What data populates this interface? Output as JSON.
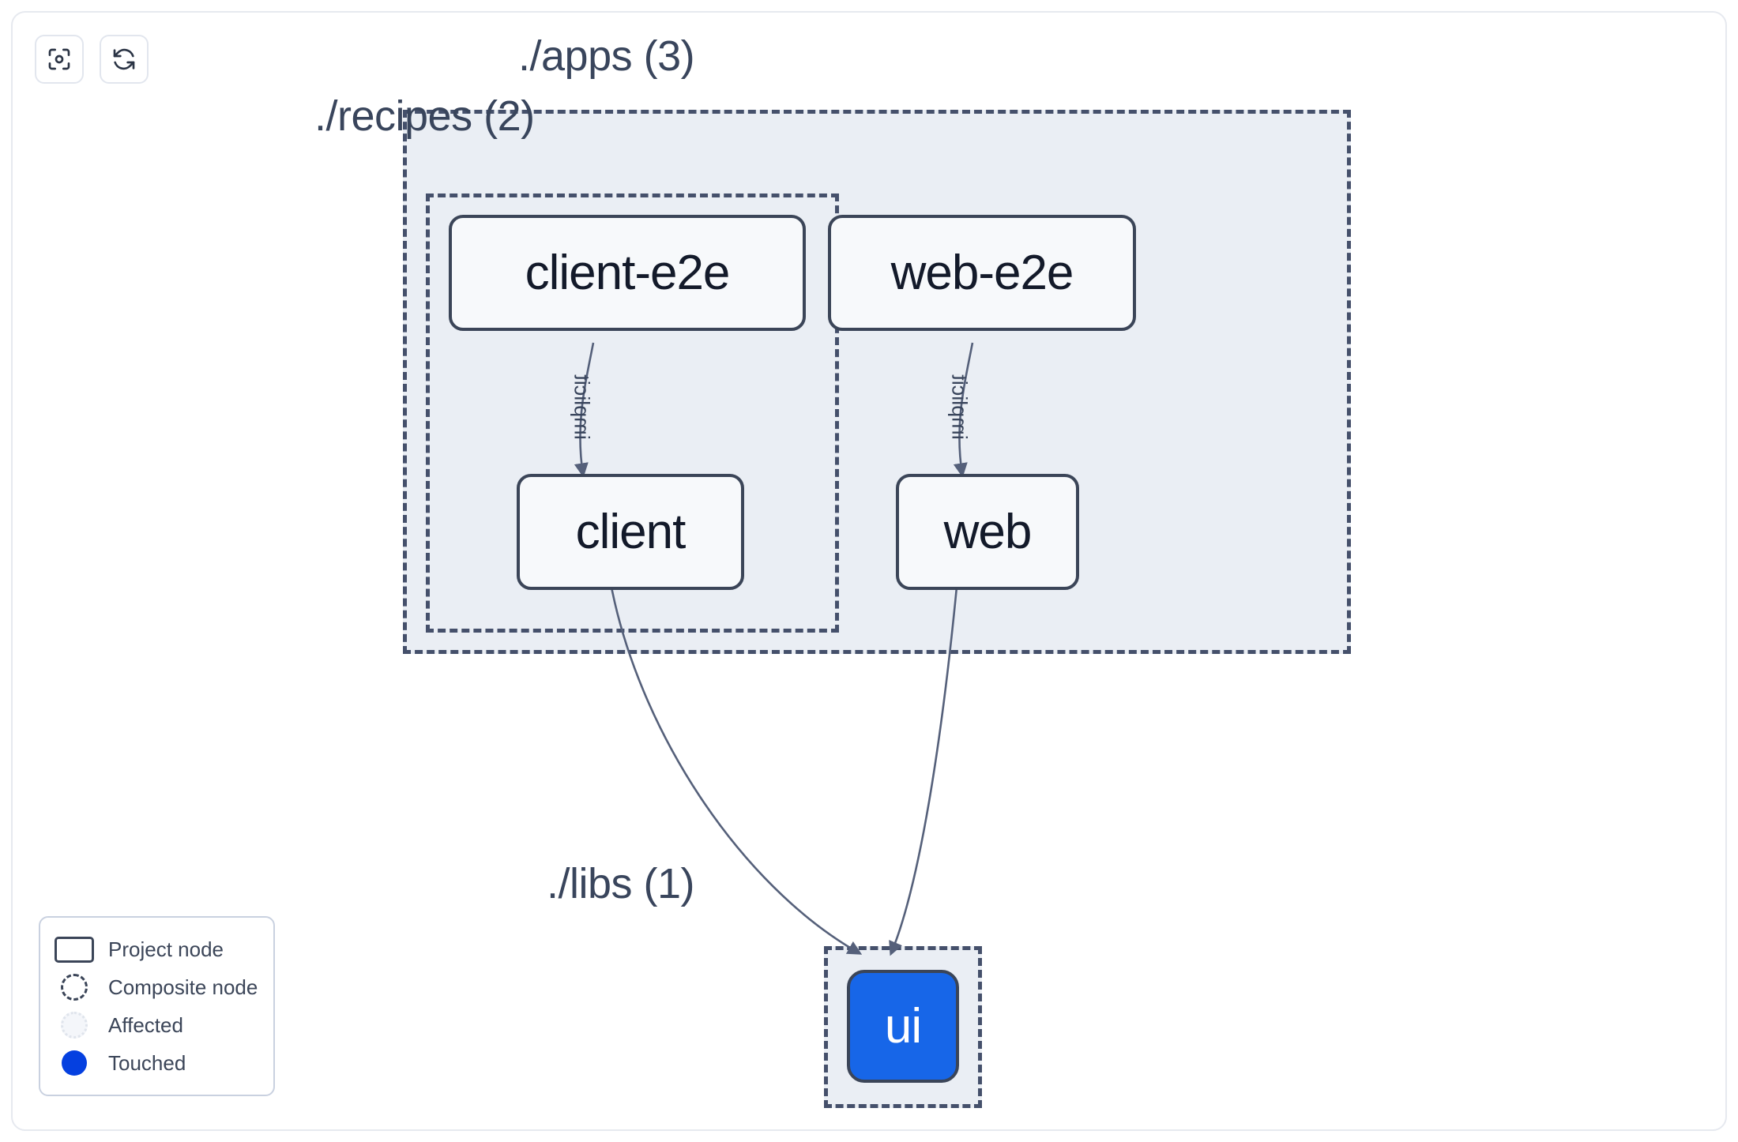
{
  "toolbar": {
    "buttons": [
      {
        "name": "focus-graph-button",
        "icon": "focus-icon",
        "label": ""
      },
      {
        "name": "refresh-graph-button",
        "icon": "refresh-icon",
        "label": ""
      }
    ]
  },
  "graph": {
    "groups": [
      {
        "id": "apps",
        "label": "./apps (3)",
        "count": 3
      },
      {
        "id": "recipes",
        "label": "./recipes (2)",
        "count": 2
      },
      {
        "id": "libs",
        "label": "./libs (1)",
        "count": 1
      }
    ],
    "nodes": [
      {
        "id": "client-e2e",
        "label": "client-e2e",
        "state": "project",
        "group": "recipes"
      },
      {
        "id": "web-e2e",
        "label": "web-e2e",
        "state": "project",
        "group": "apps"
      },
      {
        "id": "client",
        "label": "client",
        "state": "project",
        "group": "recipes"
      },
      {
        "id": "web",
        "label": "web",
        "state": "project",
        "group": "apps"
      },
      {
        "id": "ui",
        "label": "ui",
        "state": "touched",
        "group": "libs"
      }
    ],
    "edges": [
      {
        "from": "client-e2e",
        "to": "client",
        "label": "implicit"
      },
      {
        "from": "web-e2e",
        "to": "web",
        "label": "implicit"
      },
      {
        "from": "client",
        "to": "ui",
        "label": ""
      },
      {
        "from": "web",
        "to": "ui",
        "label": ""
      }
    ]
  },
  "legend": {
    "items": [
      {
        "swatch": "project-node-swatch",
        "label": "Project node"
      },
      {
        "swatch": "composite-node-swatch",
        "label": "Composite node"
      },
      {
        "swatch": "affected-swatch",
        "label": "Affected"
      },
      {
        "swatch": "touched-swatch",
        "label": "Touched"
      }
    ]
  },
  "colors": {
    "touched": "#0540e0",
    "node_border": "#3b4558",
    "node_fill": "#f7f9fb",
    "group_fill": "#eaeef4",
    "group_border": "#45506b",
    "edge": "#55607a",
    "canvas": "#ffffff"
  }
}
